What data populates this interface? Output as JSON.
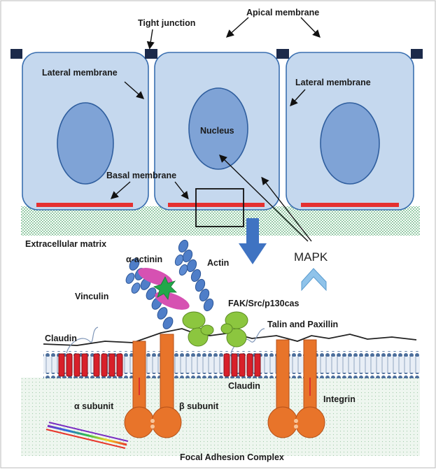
{
  "labels": {
    "tight_junction": "Tight junction",
    "apical_membrane": "Apical membrane",
    "lateral_membrane_left": "Lateral  membrane",
    "lateral_membrane_right": "Lateral  membrane",
    "nucleus": "Nucleus",
    "basal_membrane": "Basal membrane",
    "extracellular_matrix": "Extracellular matrix",
    "mapk": "MAPK",
    "alpha_actinin": "α-actinin",
    "actin": "Actin",
    "vinculin": "Vinculin",
    "fak": "FAK/Src/p130cas",
    "talin_paxillin": "Talin and Paxillin",
    "claudin_left": "Claudin",
    "claudin_right": "Claudin",
    "alpha_subunit": "α subunit",
    "beta_subunit": "β subunit",
    "integrin": "Integrin",
    "focal_adhesion_complex": "Focal Adhesion Complex"
  },
  "colors": {
    "cell_fill": "#c5d8ee",
    "cell_stroke": "#3a6fb0",
    "nucleus_fill": "#7fa3d6",
    "tight_junction": "#1c2a4a",
    "basal_membrane": "#e53030",
    "ecm": "#5fb57a",
    "arrow_blue": "#3f73c2",
    "chevron": "#8fc3ea",
    "actin": "#4f7ec8",
    "alpha_actinin": "#d651b2",
    "vinculin": "#22a84a",
    "fak": "#8cc63f",
    "claudin": "#d8202a",
    "integrin": "#e8742a",
    "lipid": "#4d6f9c"
  }
}
